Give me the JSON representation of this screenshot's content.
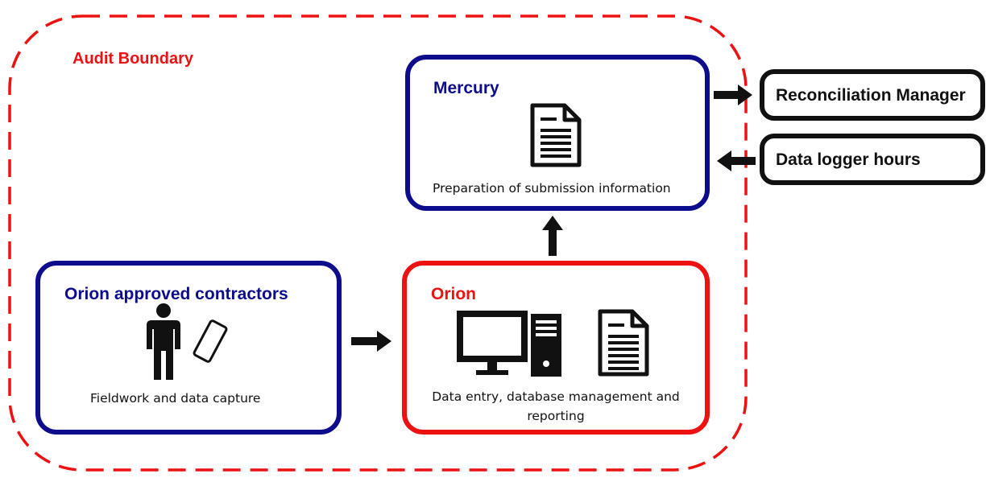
{
  "boundary": {
    "label": "Audit Boundary",
    "color": "#ee1111"
  },
  "mercury": {
    "title": "Mercury",
    "caption": "Preparation of submission information",
    "icon": "document-icon"
  },
  "contractors": {
    "title": "Orion approved contractors",
    "caption": "Fieldwork and data capture",
    "icons": [
      "person-icon",
      "phone-icon"
    ]
  },
  "orion": {
    "title": "Orion",
    "caption_line1": "Data entry, database management and",
    "caption_line2": "reporting",
    "icons": [
      "computer-icon",
      "document-icon"
    ]
  },
  "external": {
    "reconciliation": {
      "label": "Reconciliation Manager"
    },
    "logger": {
      "label": "Data logger hours"
    }
  },
  "colors": {
    "blue": "#0c0c8c",
    "red": "#ee1111",
    "black": "#111111"
  }
}
